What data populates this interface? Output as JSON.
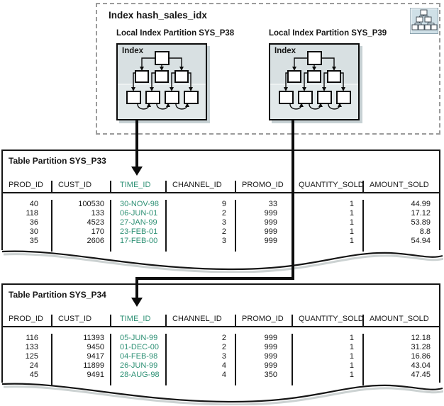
{
  "colors": {
    "teal": "#2e9175",
    "box_bg_upper": "#d8e0e2",
    "box_bg_lower": "#e2e9ea",
    "shadow": "#c7d1d4"
  },
  "index_group": {
    "title": "Index hash_sales_idx",
    "icon": "hierarchy-tree-icon",
    "partitions": [
      {
        "label": "Local Index Partition SYS_P38",
        "box_label": "Index"
      },
      {
        "label": "Local Index Partition SYS_P39",
        "box_label": "Index"
      }
    ]
  },
  "tables": [
    {
      "title": "Table Partition SYS_P33",
      "columns": [
        "PROD_ID",
        "CUST_ID",
        "TIME_ID",
        "CHANNEL_ID",
        "PROMO_ID",
        "QUANTITY_SOLD",
        "AMOUNT_SOLD"
      ],
      "rows": [
        [
          "40",
          "100530",
          "30-NOV-98",
          "9",
          "33",
          "1",
          "44.99"
        ],
        [
          "118",
          "133",
          "06-JUN-01",
          "2",
          "999",
          "1",
          "17.12"
        ],
        [
          "36",
          "4523",
          "27-JAN-99",
          "3",
          "999",
          "1",
          "53.89"
        ],
        [
          "30",
          "170",
          "23-FEB-01",
          "2",
          "999",
          "1",
          "8.8"
        ],
        [
          "35",
          "2606",
          "17-FEB-00",
          "3",
          "999",
          "1",
          "54.94"
        ]
      ]
    },
    {
      "title": "Table Partition SYS_P34",
      "columns": [
        "PROD_ID",
        "CUST_ID",
        "TIME_ID",
        "CHANNEL_ID",
        "PROMO_ID",
        "QUANTITY_SOLD",
        "AMOUNT_SOLD"
      ],
      "rows": [
        [
          "116",
          "11393",
          "05-JUN-99",
          "2",
          "999",
          "1",
          "12.18"
        ],
        [
          "133",
          "9450",
          "01-DEC-00",
          "2",
          "999",
          "1",
          "31.28"
        ],
        [
          "125",
          "9417",
          "04-FEB-98",
          "3",
          "999",
          "1",
          "16.86"
        ],
        [
          "24",
          "11899",
          "26-JUN-99",
          "4",
          "999",
          "1",
          "43.04"
        ],
        [
          "45",
          "9491",
          "28-AUG-98",
          "4",
          "350",
          "1",
          "47.45"
        ]
      ]
    }
  ]
}
